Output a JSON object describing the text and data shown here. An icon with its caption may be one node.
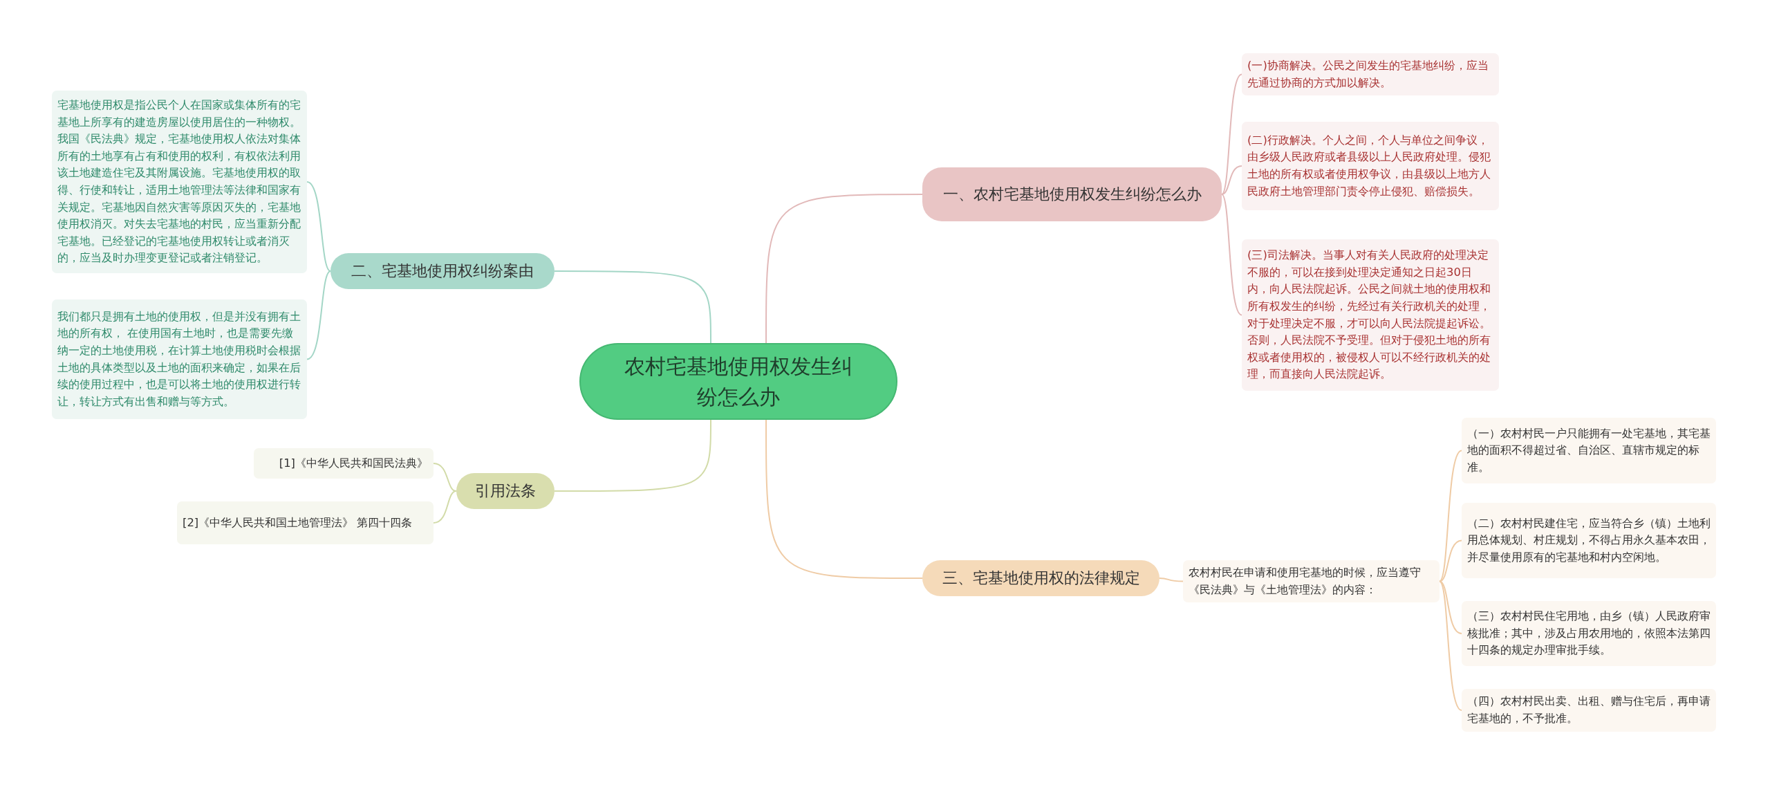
{
  "diagram": {
    "nodes": [
      {
        "text": [
          "农村宅基地使用权发生纠纷怎么办"
        ]
      },
      {
        "text": [
          "一、农村宅基地使用权发生纠纷怎么办"
        ]
      },
      {
        "text": [
          "(一)协商解决。公民之间发生的宅基地纠纷，应当先通过协商的方式加以解决。"
        ]
      },
      {
        "text": [
          "(二)行政解决。个人之间，个人与单位之间争议，由乡级人民政府或者县级以上人民政府处理。侵犯土地的所有权或者使用权争议，由县级以上地方人民政府土地管理部门责令停止侵犯、赔偿损失。"
        ]
      },
      {
        "text": [
          "(三)司法解决。当事人对有关人民政府的处理决定不服的，可以在接到处理决定通知之日起30日内，向人民法院起诉。公民之间就土地的使用权和所有权发生的纠纷，先经过有关行政机关的处理，对于处理决定不服，才可以向人民法院提起诉讼。否则，人民法院不予受理。但对于侵犯土地的所有权或者使用权的，被侵权人可以不经行政机关的处理，而直接向人民法院起诉。"
        ]
      },
      {
        "text": [
          "二、宅基地使用权纠纷案由"
        ]
      },
      {
        "text": [
          "宅基地使用权是指公民个人在国家或集体所有的宅基地上所享有的建造房屋以使用居住的一种物权。我国《民法典》规定，宅基地使用权人依法对集体所有的土地享有占有和使用的权利，有权依法利用该土地建造住宅及其附属设施。宅基地使用权的取得、行使和转让，适用土地管理法等法律和国家有关规定。宅基地因自然灾害等原因灭失的，宅基地使用权消灭。对失去宅基地的村民，应当重新分配宅基地。已经登记的宅基地使用权转让或者消灭的，应当及时办理变更登记或者注销登记。"
        ]
      },
      {
        "text": [
          "我们都只是拥有土地的使用权，但是并没有拥有土地的所有权， 在使用国有土地时，也是需要先缴纳一定的土地使用税，在计算土地使用税时会根据土地的具体类型以及土地的面积来确定，如果在后续的使用过程中，也是可以将土地的使用权进行转让，转让方式有出售和赠与等方式。"
        ]
      },
      {
        "text": [
          "引用法条"
        ]
      },
      {
        "text": [
          "[1]《中华人民共和国民法典》"
        ]
      },
      {
        "text": [
          "[2]《中华人民共和国土地管理法》 第四十四条"
        ]
      },
      {
        "text": [
          "三、宅基地使用权的法律规定"
        ]
      },
      {
        "text": [
          "农村村民在申请和使用宅基地的时候，应当遵守《民法典》与《土地管理法》的内容："
        ]
      },
      {
        "text": [
          "（一）农村村民一户只能拥有一处宅基地，其宅基地的面积不得超过省、自治区、直辖市规定的标准。"
        ]
      },
      {
        "text": [
          "（二）农村村民建住宅，应当符合乡（镇）土地利用总体规划、村庄规划，不得占用永久基本农田，并尽量使用原有的宅基地和村内空闲地。"
        ]
      },
      {
        "text": [
          "（三）农村村民住宅用地，由乡（镇）人民政府审核批准；其中，涉及占用农用地的，依照本法第四十四条的规定办理审批手续。"
        ]
      },
      {
        "text": [
          "（四）农村村民出卖、出租、赠与住宅后，再申请宅基地的，不予批准。"
        ]
      }
    ],
    "edges": [
      {
        "from": 0,
        "to": 1,
        "arrow": "none",
        "color": "#e2b9b9"
      },
      {
        "from": 1,
        "to": 2,
        "arrow": "none",
        "color": "#e2b9b9"
      },
      {
        "from": 1,
        "to": 3,
        "arrow": "none",
        "color": "#e2b9b9"
      },
      {
        "from": 1,
        "to": 4,
        "arrow": "none",
        "color": "#e2b9b9"
      },
      {
        "from": 0,
        "to": 5,
        "arrow": "none",
        "color": "#a3d6c6"
      },
      {
        "from": 5,
        "to": 6,
        "arrow": "none",
        "color": "#a3d6c6"
      },
      {
        "from": 5,
        "to": 7,
        "arrow": "none",
        "color": "#a3d6c6"
      },
      {
        "from": 0,
        "to": 8,
        "arrow": "none",
        "color": "#d2dba8"
      },
      {
        "from": 8,
        "to": 9,
        "arrow": "none",
        "color": "#d2dba8"
      },
      {
        "from": 8,
        "to": 10,
        "arrow": "none",
        "color": "#d2dba8"
      },
      {
        "from": 0,
        "to": 11,
        "arrow": "none",
        "color": "#efcba5"
      },
      {
        "from": 11,
        "to": 12,
        "arrow": "none",
        "color": "#efcba5"
      },
      {
        "from": 12,
        "to": 13,
        "arrow": "none",
        "color": "#efcba5"
      },
      {
        "from": 12,
        "to": 14,
        "arrow": "none",
        "color": "#efcba5"
      },
      {
        "from": 12,
        "to": 15,
        "arrow": "none",
        "color": "#efcba5"
      },
      {
        "from": 12,
        "to": 16,
        "arrow": "none",
        "color": "#efcba5"
      }
    ]
  }
}
